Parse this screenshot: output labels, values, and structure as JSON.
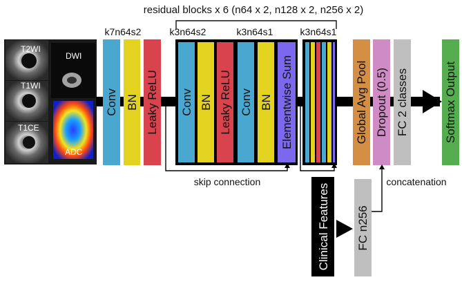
{
  "title": "residual blocks x 6 (n64 x 2, n128 x 2, n256 x 2)",
  "group_labels": {
    "stem": "k7n64s2",
    "res_first": "k3n64s2",
    "res_second": "k3n64s1",
    "res_stack": "k3n64s1"
  },
  "image_labels": {
    "t2wi": "T2WI",
    "t1wi": "T1WI",
    "t1ce": "T1CE",
    "dwi": "DWI",
    "adc": "ADC"
  },
  "blocks": {
    "conv1": "Conv",
    "bn1": "BN",
    "relu1": "Leaky ReLU",
    "conv2": "Conv",
    "bn2": "BN",
    "relu2": "Leaky ReLU",
    "conv3": "Conv",
    "bn3": "BN",
    "sum": "Elementwise Sum",
    "gap": "Global Avg Pool",
    "dropout": "Dropout (0.5)",
    "fc2": "FC 2 classes",
    "softmax": "Softmax  Output",
    "fc256": "FC n256",
    "clinical": "Clinical Features"
  },
  "annotations": {
    "skip": "skip connection",
    "concat": "concatenation"
  },
  "colors": {
    "conv": "#4aa7cf",
    "bn": "#e3d21f",
    "relu": "#d9434d",
    "sum": "#7b68ee",
    "gap": "#d48f45",
    "dropout": "#cf8cc4",
    "fc": "#bfbfbf",
    "softmax": "#56ad50",
    "stack_stripes": [
      "#4aa7cf",
      "#e3d21f",
      "#d9434d",
      "#4aa7cf",
      "#e3d21f",
      "#7b68ee"
    ]
  }
}
